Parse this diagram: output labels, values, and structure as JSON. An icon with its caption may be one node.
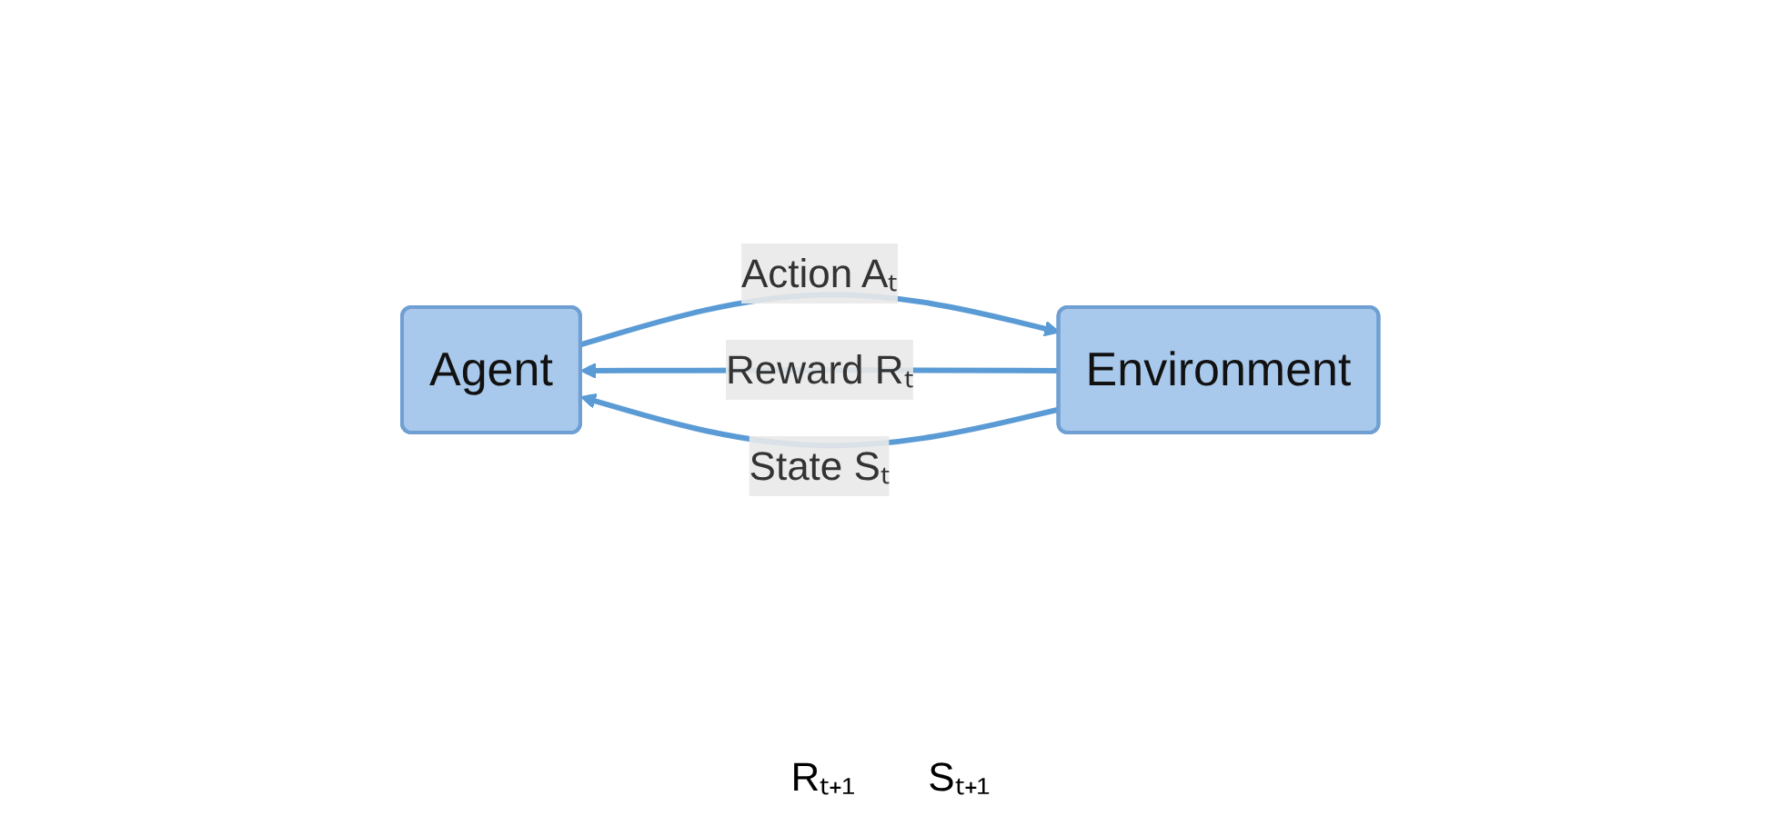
{
  "diagram": {
    "nodes": [
      {
        "text": [
          "Agent"
        ]
      },
      {
        "text": [
          "Environment"
        ]
      }
    ],
    "edges": [
      {
        "from": 0,
        "to": 1,
        "arrow": "to",
        "label": "Action Aₜ"
      },
      {
        "from": 1,
        "to": 0,
        "arrow": "to",
        "label": "Reward Rₜ"
      },
      {
        "from": 1,
        "to": 0,
        "arrow": "to",
        "label": "State Sₜ"
      }
    ],
    "labels": [
      "Rₜ₊₁",
      "Sₜ₊₁"
    ]
  }
}
